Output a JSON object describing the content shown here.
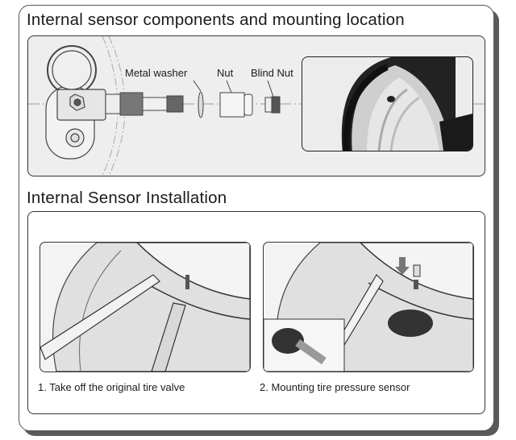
{
  "sections": [
    {
      "title": "Internal sensor components and mounting location",
      "components": [
        {
          "label": "Metal washer"
        },
        {
          "label": "Nut"
        },
        {
          "label": "Blind Nut"
        }
      ],
      "illustrations": [
        "tpms-sensor-exploded-diagram",
        "wheel-valve-location-photo"
      ]
    },
    {
      "title": "Internal Sensor Installation",
      "steps": [
        {
          "caption": "1. Take off the original tire valve",
          "illustration": "tire-valve-removal"
        },
        {
          "caption": "2. Mounting tire pressure sensor",
          "illustration": "sensor-mounting",
          "inset": "sensor-closeup",
          "arrow_icon": "down-arrow-icon"
        }
      ]
    }
  ]
}
